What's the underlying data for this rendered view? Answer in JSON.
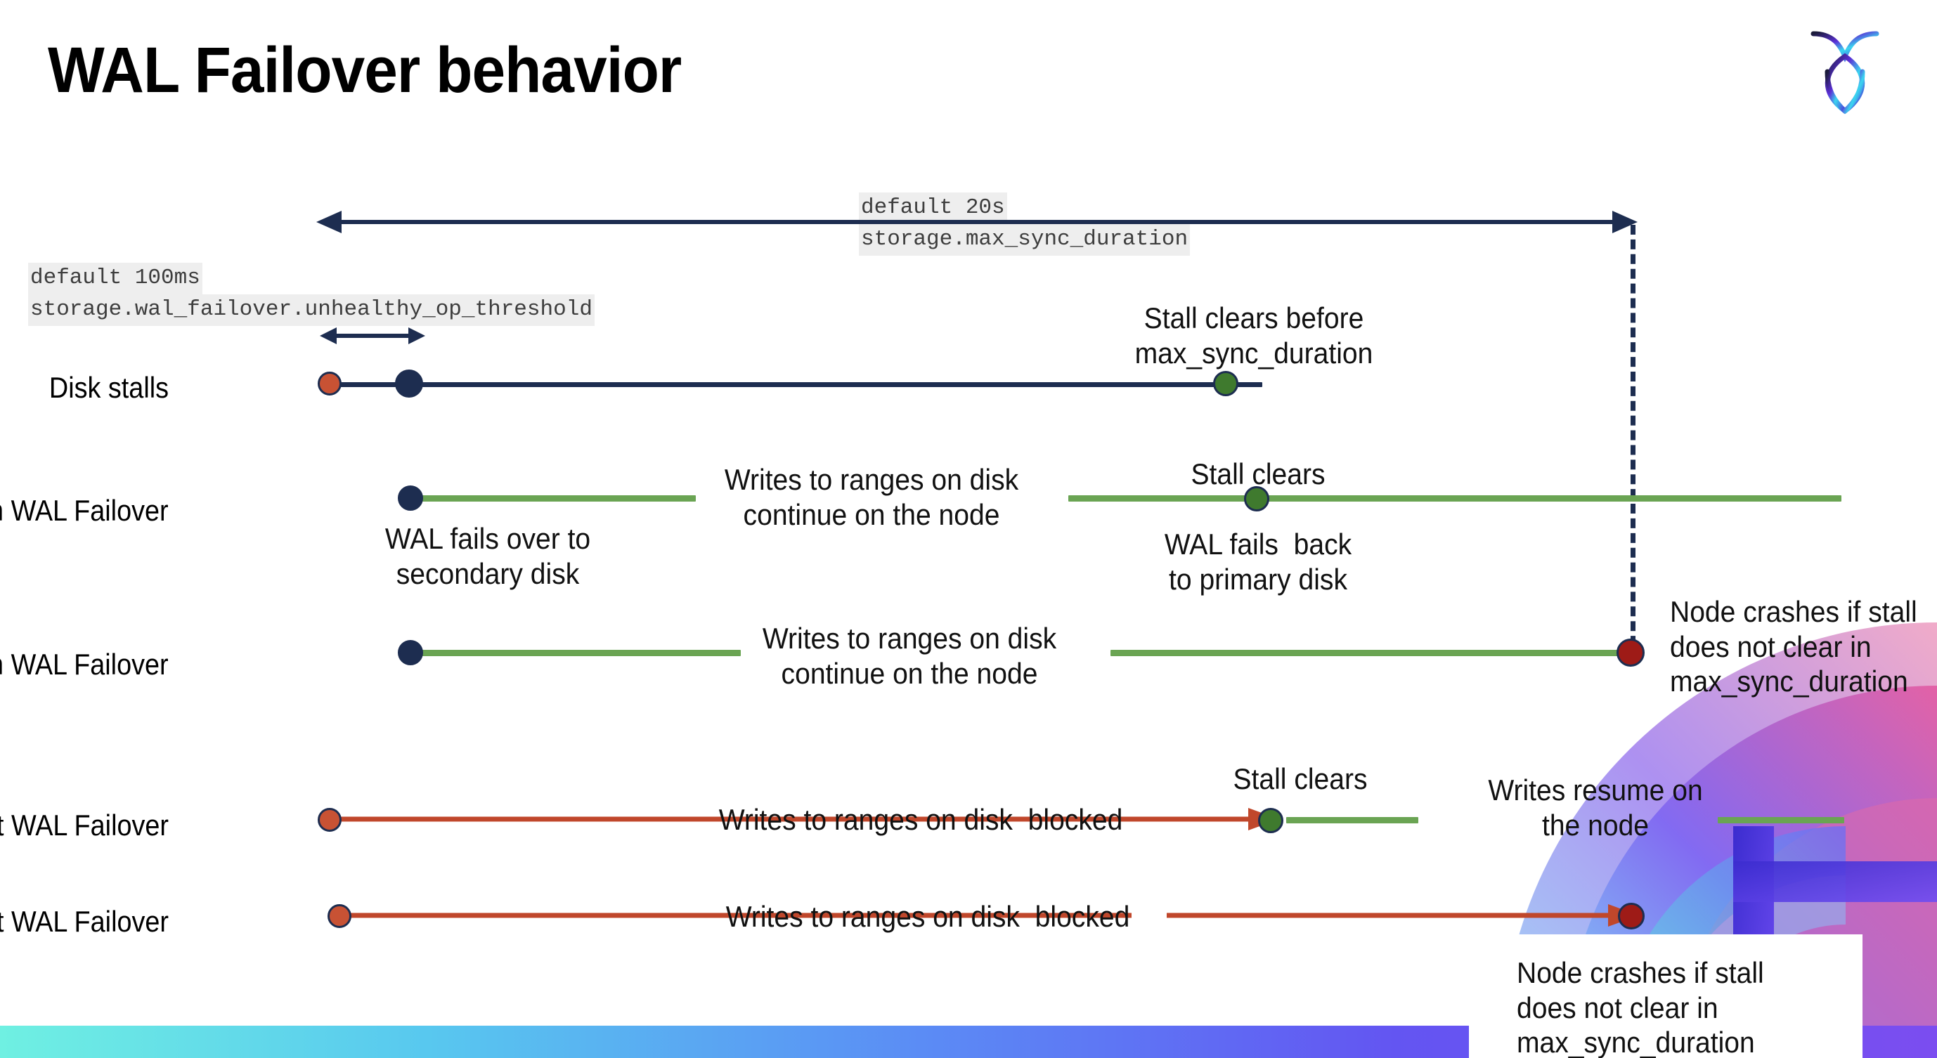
{
  "slide": {
    "title": "WAL Failover behavior",
    "logo_name": "cockroachdb-logo"
  },
  "annotations": {
    "max_sync_default": "default 20s",
    "max_sync_setting": "storage.max_sync_duration",
    "unhealthy_default": "default 100ms",
    "unhealthy_setting": "storage.wal_failover.unhealthy_op_threshold"
  },
  "rows": [
    {
      "id": "disk-stalls",
      "label": "Disk stalls"
    },
    {
      "id": "with-wal-failover-1",
      "label": "With WAL Failover"
    },
    {
      "id": "with-wal-failover-2",
      "label": "With WAL Failover"
    },
    {
      "id": "without-wal-failover-1",
      "label": "Without WAL Failover"
    },
    {
      "id": "without-wal-failover-2",
      "label": "Without WAL Failover"
    }
  ],
  "notes": {
    "stall_clears_before": "Stall clears before\nmax_sync_duration",
    "writes_continue_1": "Writes to ranges on disk\ncontinue on the node",
    "stall_clears_a": "Stall clears",
    "wal_fails_over": "WAL fails over to\nsecondary disk",
    "wal_fails_back": "WAL fails  back\nto primary disk",
    "writes_continue_2": "Writes to ranges on disk\ncontinue on the node",
    "node_crashes_1": "Node crashes if stall\ndoes not clear in\nmax_sync_duration",
    "writes_blocked_1": "Writes to ranges on disk  blocked",
    "stall_clears_b": "Stall clears",
    "writes_resume": "Writes resume on\nthe node",
    "writes_blocked_2": "Writes to ranges on disk  blocked",
    "node_crashes_2": "Node crashes if stall\ndoes not clear in\nmax_sync_duration"
  },
  "colors": {
    "navy": "#1d2d50",
    "green_line": "#6aa453",
    "green_dot": "#3f7a2e",
    "red_line": "#c0472b",
    "red_dot": "#c85234",
    "dark_red_dot": "#9e1b17",
    "code_bg": "#eeeeee",
    "title": "#000000"
  }
}
